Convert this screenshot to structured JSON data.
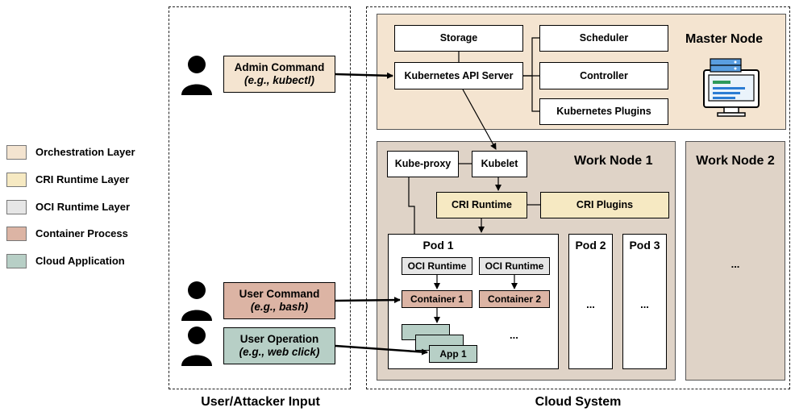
{
  "legend": [
    {
      "label": "Orchestration Layer",
      "color": "#f4e4d0"
    },
    {
      "label": "CRI Runtime Layer",
      "color": "#f6e9c2"
    },
    {
      "label": "OCI Runtime Layer",
      "color": "#e6e6e6"
    },
    {
      "label": "Container Process",
      "color": "#dcb4a4"
    },
    {
      "label": "Cloud Application",
      "color": "#b7cfc6"
    }
  ],
  "user_input": {
    "section_label": "User/Attacker Input",
    "admin": {
      "title": "Admin Command",
      "example": "(e.g., kubectl)"
    },
    "user_command": {
      "title": "User Command",
      "example": "(e.g., bash)"
    },
    "user_operation": {
      "title": "User Operation",
      "example": "(e.g., web click)"
    }
  },
  "cloud": {
    "section_label": "Cloud System",
    "master": {
      "title": "Master Node",
      "storage": "Storage",
      "api_server": "Kubernetes API Server",
      "scheduler": "Scheduler",
      "controller": "Controller",
      "plugins": "Kubernetes Plugins"
    },
    "work1": {
      "title": "Work Node 1",
      "kube_proxy": "Kube-proxy",
      "kubelet": "Kubelet",
      "cri_runtime": "CRI Runtime",
      "cri_plugins": "CRI Plugins",
      "pod1": {
        "title": "Pod 1",
        "oci_1": "OCI Runtime",
        "oci_2": "OCI Runtime",
        "container_1": "Container 1",
        "container_2": "Container 2",
        "app": "App 1",
        "more": "..."
      },
      "pod2": {
        "title": "Pod 2",
        "more": "..."
      },
      "pod3": {
        "title": "Pod 3",
        "more": "..."
      }
    },
    "work2": {
      "title": "Work Node 2",
      "more": "..."
    }
  }
}
